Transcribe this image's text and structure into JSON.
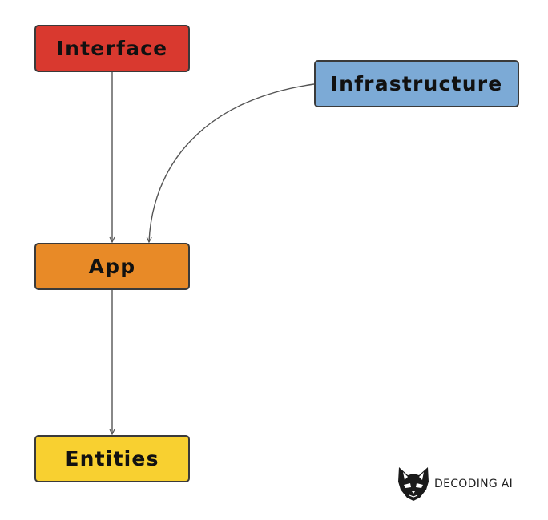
{
  "nodes": {
    "interface": {
      "label": "Interface",
      "color": "#d9392f"
    },
    "infrastructure": {
      "label": "Infrastructure",
      "color": "#7caad6"
    },
    "app": {
      "label": "App",
      "color": "#e88a27"
    },
    "entities": {
      "label": "Entities",
      "color": "#f8d030"
    }
  },
  "edges": [
    {
      "from": "interface",
      "to": "app"
    },
    {
      "from": "infrastructure",
      "to": "app"
    },
    {
      "from": "app",
      "to": "entities"
    }
  ],
  "brand": {
    "name": "DECODING AI",
    "logo_icon": "cat-head-icon"
  },
  "colors": {
    "border": "#3a3a3a",
    "edge": "#555555",
    "background": "#ffffff"
  }
}
